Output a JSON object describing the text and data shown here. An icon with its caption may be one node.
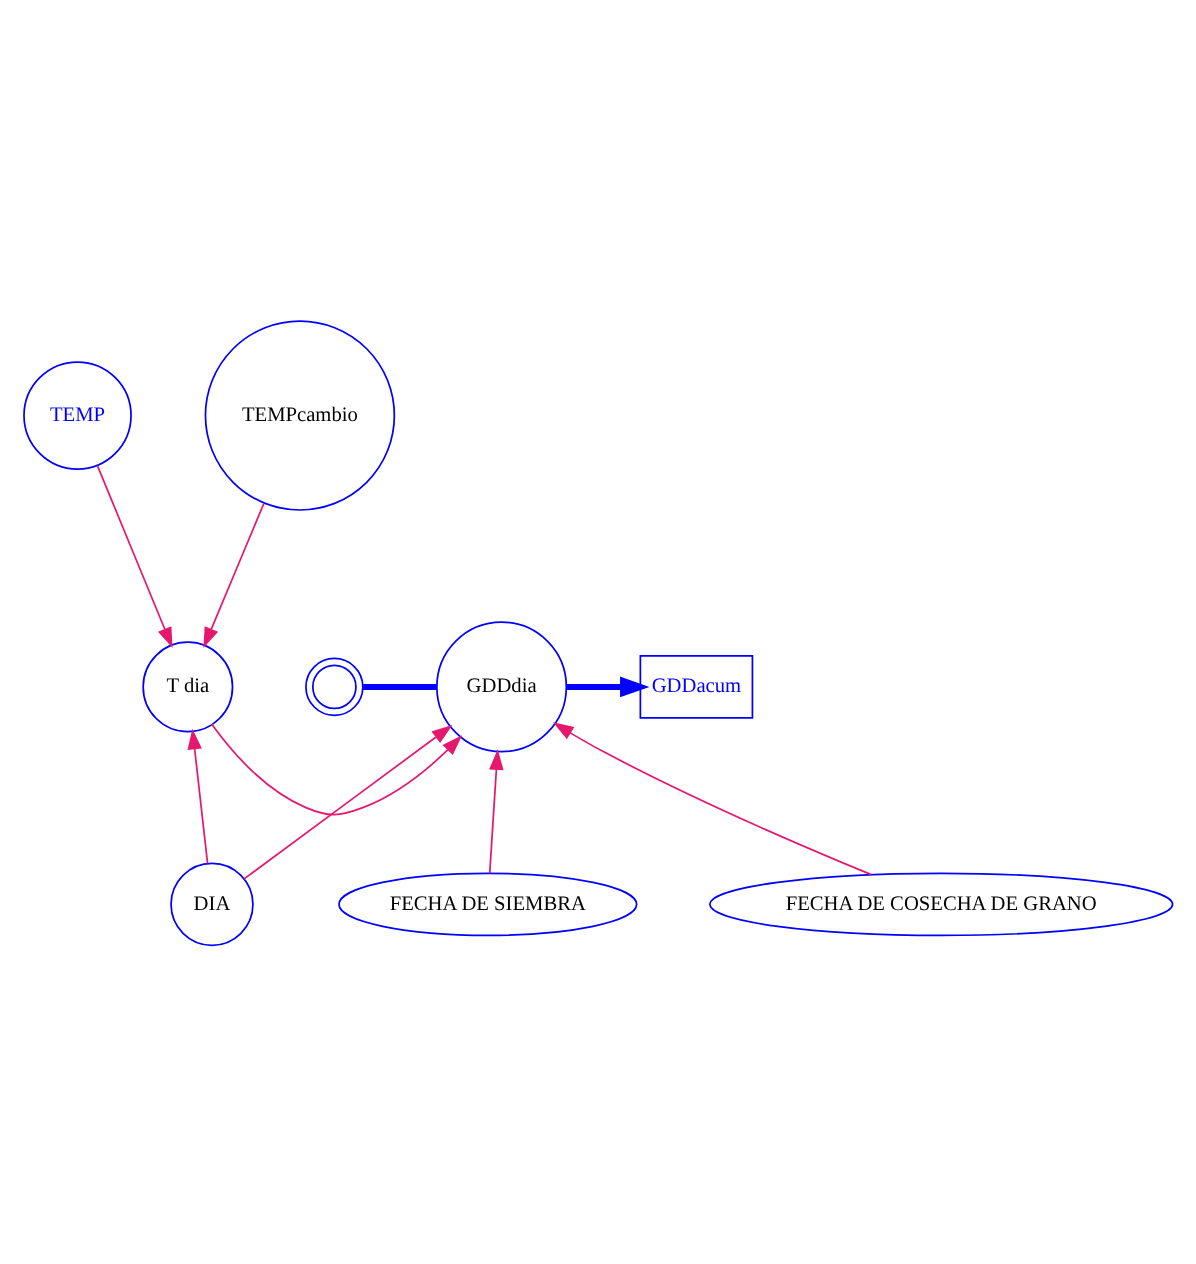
{
  "diagram": {
    "nodes": [
      {
        "text": [
          "TEMP"
        ]
      },
      {
        "text": [
          "TEMPcambio"
        ]
      },
      {
        "text": [
          "T dia"
        ]
      },
      {
        "text": [
          "GDDdia"
        ]
      },
      {
        "text": [],
        "shape": "cloud"
      },
      {
        "text": [
          "GDDacum"
        ]
      },
      {
        "text": [
          "DIA"
        ]
      },
      {
        "text": [
          "FECHA DE SIEMBRA"
        ]
      },
      {
        "text": [
          "FECHA DE COSECHA DE GRANO"
        ]
      }
    ],
    "edges": [
      {
        "from": 0,
        "to": 2,
        "arrow": "to"
      },
      {
        "from": 1,
        "to": 2,
        "arrow": "to"
      },
      {
        "from": 2,
        "to": 3,
        "arrow": "to"
      },
      {
        "from": 4,
        "to": 3,
        "arrow": "none",
        "style": "thick",
        "color": "#0000ff"
      },
      {
        "from": 3,
        "to": 5,
        "arrow": "to",
        "style": "thick",
        "color": "#0000ff"
      },
      {
        "from": 6,
        "to": 2,
        "arrow": "to"
      },
      {
        "from": 6,
        "to": 3,
        "arrow": "to"
      },
      {
        "from": 7,
        "to": 3,
        "arrow": "to"
      },
      {
        "from": 8,
        "to": 3,
        "arrow": "to"
      }
    ]
  }
}
